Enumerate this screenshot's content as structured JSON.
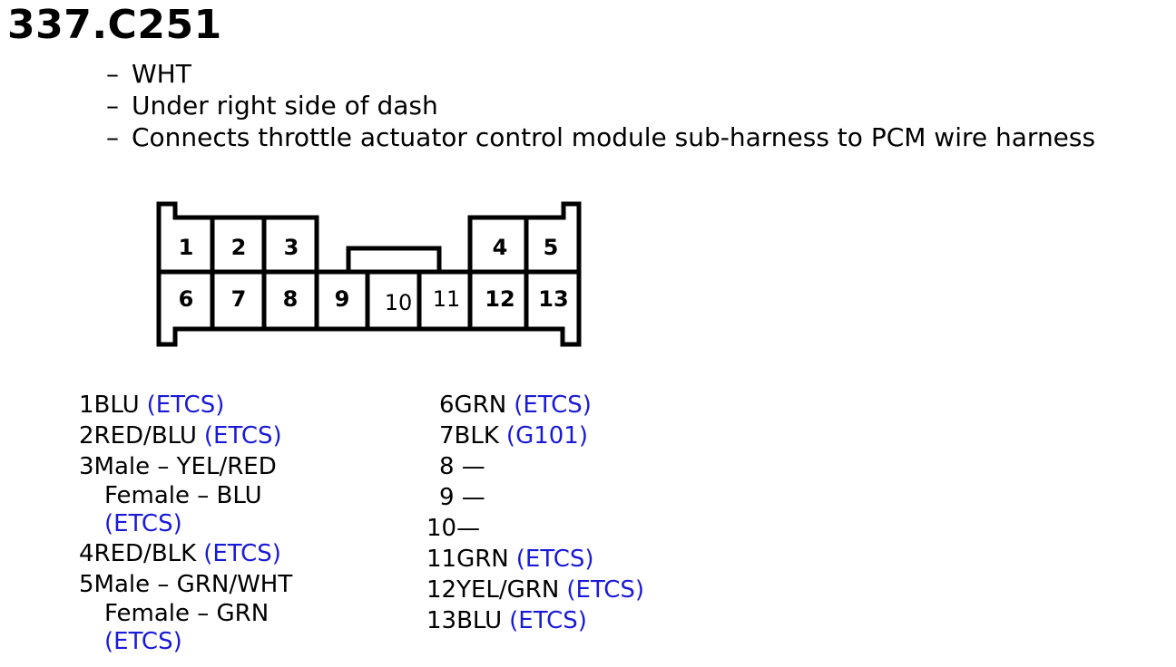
{
  "title": "337.C251",
  "notes": [
    "WHT",
    "Under right side of dash",
    "Connects throttle actuator control module sub-harness to PCM wire harness"
  ],
  "dash": "–",
  "pins": [
    {
      "label": "1"
    },
    {
      "label": "2"
    },
    {
      "label": "3"
    },
    {
      "label": "4"
    },
    {
      "label": "5"
    },
    {
      "label": "6"
    },
    {
      "label": "7"
    },
    {
      "label": "8"
    },
    {
      "label": "9"
    },
    {
      "label": "10"
    },
    {
      "label": "11"
    },
    {
      "label": "12"
    },
    {
      "label": "13"
    }
  ],
  "colors": {
    "ref": "#1a1ad6"
  },
  "left_entries": [
    {
      "num": "1",
      "text": "BLU",
      "ref": "(ETCS)"
    },
    {
      "num": "2",
      "text": "RED/BLU",
      "ref": "(ETCS)"
    },
    {
      "num": "3",
      "text": "Male – YEL/RED",
      "sub1": "Female – BLU",
      "sub2": "(ETCS)"
    },
    {
      "num": "4",
      "text": "RED/BLK",
      "ref": "(ETCS)"
    },
    {
      "num": "5",
      "text": "Male – GRN/WHT",
      "sub1": "Female – GRN",
      "sub2": "(ETCS)"
    }
  ],
  "right_entries": [
    {
      "num": "6",
      "text": "GRN",
      "ref": "(ETCS)"
    },
    {
      "num": "7",
      "text": "BLK",
      "ref": "(G101)"
    },
    {
      "num": "8",
      "text": " —",
      "ref": ""
    },
    {
      "num": "9",
      "text": " —",
      "ref": ""
    },
    {
      "num": "10",
      "text": "—",
      "ref": ""
    },
    {
      "num": "11",
      "text": "GRN",
      "ref": "(ETCS)"
    },
    {
      "num": "12",
      "text": "YEL/GRN",
      "ref": "(ETCS)"
    },
    {
      "num": "13",
      "text": "BLU",
      "ref": "(ETCS)"
    }
  ]
}
